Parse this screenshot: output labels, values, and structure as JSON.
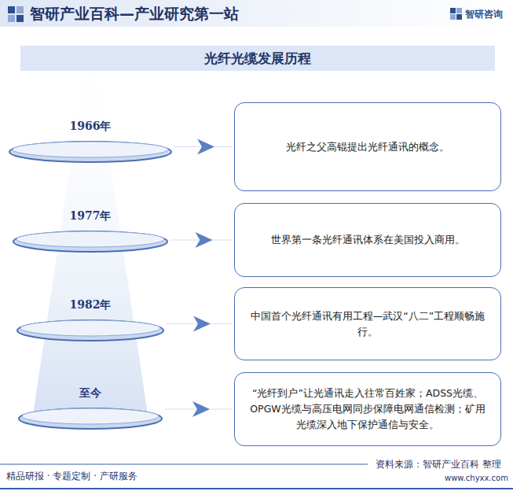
{
  "diagram": {
    "title": "光纤光缆发展历程",
    "nodes": [
      {
        "text": [
          "1966年"
        ]
      },
      {
        "text": [
          "光纤之父高锟提出光纤通讯的概念。"
        ]
      },
      {
        "text": [
          "1977年"
        ]
      },
      {
        "text": [
          "世界第一条光纤通讯体系在美国投入商用。"
        ]
      },
      {
        "text": [
          "1982年"
        ]
      },
      {
        "text": [
          "中国首个光纤通讯有用工程—武汉“八二”工程顺畅施行。"
        ]
      },
      {
        "text": [
          "至今"
        ]
      },
      {
        "text": [
          "“光纤到户”让光通讯走入往常百姓家；ADSS光缆、OPGW光缆与高压电网同步保障电网通信检测；矿用光缆深入地下保护通信与安全。"
        ]
      }
    ],
    "edges": [
      {
        "from": 0,
        "to": 1,
        "arrow": "to"
      },
      {
        "from": 2,
        "to": 3,
        "arrow": "to"
      },
      {
        "from": 4,
        "to": 5,
        "arrow": "to"
      },
      {
        "from": 6,
        "to": 7,
        "arrow": "to"
      }
    ],
    "labels": [
      "智研产业百科—产业研究第一站",
      "智研咨询",
      "精品研报 · 专题定制 · 产研服务",
      "资料来源：智研产业百科 整理",
      "www.chyxx.com"
    ]
  }
}
